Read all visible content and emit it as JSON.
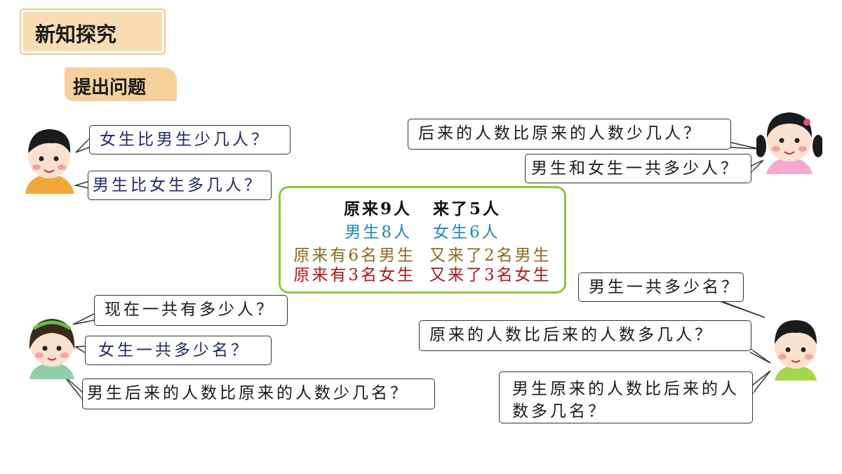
{
  "header": {
    "title": "新知探究",
    "subtitle": "提出问题"
  },
  "bubbles": {
    "boy1_q1": "女生比男生少几人？",
    "boy1_q2": "男生比女生多几人？",
    "girl1_q1": "后来的人数比原来的人数少几人？",
    "girl1_q2": "男生和女生一共多少人？",
    "girl2_q1": "现在一共有多少人？",
    "girl2_q2": "女生一共多少名？",
    "girl2_q3": "男生后来的人数比原来的人数少几名？",
    "boy2_q1": "男生一共多少名？",
    "boy2_q2": "原来的人数比后来的人数多几人？",
    "boy2_q3": "男生原来的人数比后来的人数多几名？"
  },
  "center": {
    "line1_a": "原来9人",
    "line1_b": "来了5人",
    "line2_a": "男生8人",
    "line2_b": "女生6人",
    "line3_a": "原来有6名男生",
    "line3_b": "又来了2名男生",
    "line4_a": "原来有3名女生",
    "line4_b": "又来了3名女生"
  },
  "colors": {
    "border_green": "#8dc63f",
    "blue_text": "#1e86b6",
    "gold_text": "#8b6a1f",
    "red_text": "#b2141c",
    "navy_text": "#1f2a6b",
    "sticker_orange": "#f9dcb4"
  },
  "icons": [
    "boy-face-icon",
    "girl-pigtails-face-icon",
    "girl-headband-face-icon",
    "boy-green-collar-face-icon"
  ]
}
